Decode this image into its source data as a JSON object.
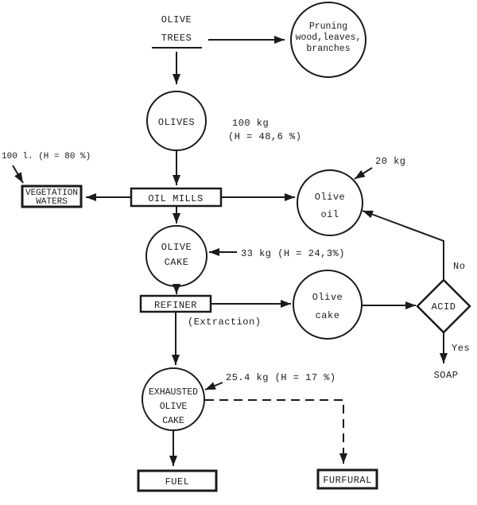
{
  "diagram": {
    "description": "Olive trees processing flowchart (typewritten scanned figure)",
    "colors": {
      "ink": "#1b1b1b",
      "paper": "#ffffff"
    },
    "nodes": {
      "olive_trees": {
        "line1": "OLIVE",
        "line2": "TREES"
      },
      "pruning": {
        "line1": "Pruning",
        "line2": "wood,leaves,",
        "line3": "branches"
      },
      "olives": {
        "label": "OLIVES"
      },
      "oil_mills": {
        "label": "OIL MILLS"
      },
      "vegetation_waters": {
        "line1": "VEGETATION",
        "line2": "WATERS"
      },
      "olive_oil": {
        "line1": "Olive",
        "line2": "oil"
      },
      "olive_cake": {
        "line1": "OLIVE",
        "line2": "CAKE"
      },
      "refiner": {
        "label": "REFINER"
      },
      "refined_olive_cake": {
        "line1": "Olive",
        "line2": "cake"
      },
      "acid": {
        "label": "ACID"
      },
      "soap": {
        "label": "SOAP"
      },
      "exhausted_olive_cake": {
        "line1": "EXHAUSTED",
        "line2": "OLIVE",
        "line3": "CAKE"
      },
      "fuel": {
        "label": "FUEL"
      },
      "furfural": {
        "label": "FURFURAL"
      }
    },
    "annotations": {
      "olives_amount_line1": "100 kg",
      "olives_amount_line2": "(H = 48,6 %)",
      "vegetation_waters_amount": "100 l. (H = 80 %)",
      "olive_oil_amount": "20 kg",
      "olive_cake_amount": "33 kg (H = 24,3%)",
      "extraction_note": "(Extraction)",
      "exhausted_amount": "25.4 kg (H = 17 %)",
      "decision_no": "No",
      "decision_yes": "Yes"
    }
  }
}
